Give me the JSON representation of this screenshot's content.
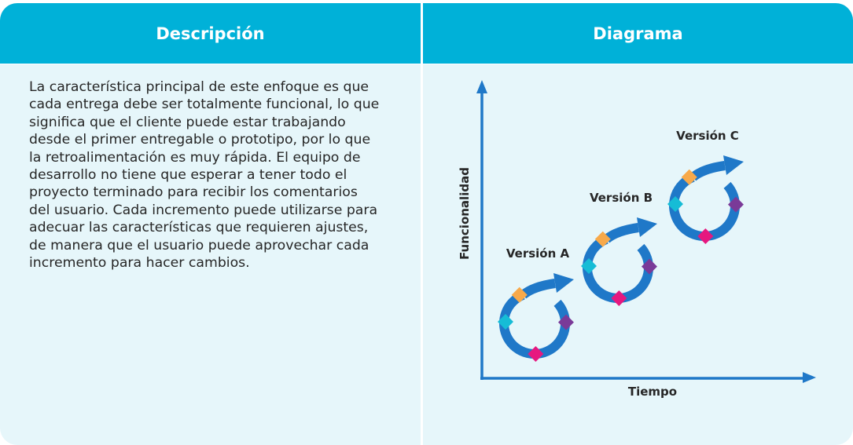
{
  "headers": {
    "left": "Descripción",
    "right": "Diagrama"
  },
  "description": {
    "lines": [
      "La característica principal de este enfoque es que",
      "cada entrega debe ser totalmente funcional, lo que",
      "significa que el cliente puede estar trabajando",
      "desde el primer entregable o prototipo, por lo que",
      "la retroalimentación es muy rápida. El equipo de",
      "desarrollo no tiene que esperar a tener todo el",
      "proyecto terminado para recibir los comentarios",
      "del usuario. Cada incremento puede utilizarse para",
      "adecuar las características que requieren ajustes,",
      "de manera que el usuario puede aprovechar cada",
      "incremento para hacer cambios."
    ]
  },
  "diagram": {
    "y_axis_label": "Funcionalidad",
    "x_axis_label": "Tiempo",
    "versions": [
      {
        "label": "Versión A"
      },
      {
        "label": "Versión B"
      },
      {
        "label": "Versión C"
      }
    ],
    "colors": {
      "header": "#00b1d8",
      "cell": "#e6f6fa",
      "axis": "#1f78c8",
      "arrow": "#1f78c8",
      "marker_orange": "#f7a94a",
      "marker_cyan": "#16bcd6",
      "marker_pink": "#e6187f",
      "marker_purple": "#7a3a98"
    }
  }
}
